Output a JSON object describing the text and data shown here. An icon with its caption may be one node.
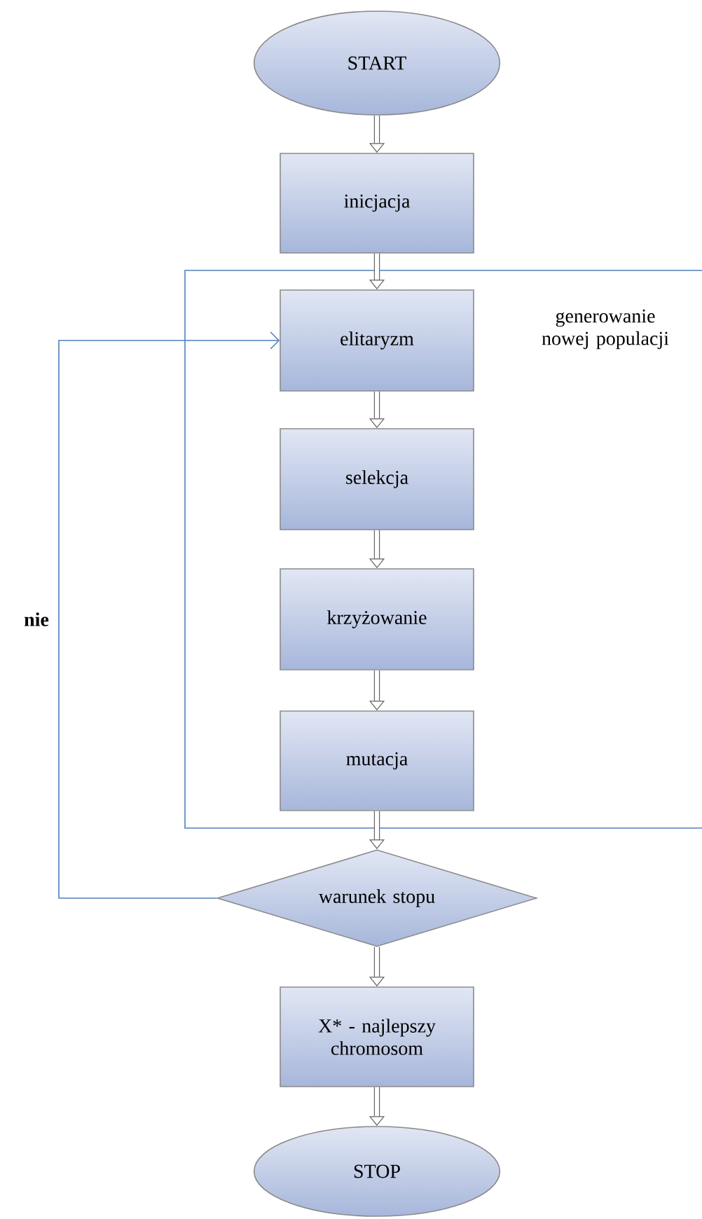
{
  "diagram": {
    "nodes": [
      {
        "text": [
          "START"
        ]
      },
      {
        "text": [
          "inicjacja"
        ]
      },
      {
        "text": [
          "generowanie nowej populacji"
        ]
      },
      {
        "text": [
          "elitaryzm"
        ],
        "in": 2
      },
      {
        "text": [
          "selekcja"
        ],
        "in": 2
      },
      {
        "text": [
          "krzyżowanie"
        ],
        "in": 2
      },
      {
        "text": [
          "mutacja"
        ],
        "in": 2
      },
      {
        "text": [
          "warunek stopu"
        ]
      },
      {
        "text": [
          "X* - najlepszy chromosom"
        ]
      },
      {
        "text": [
          "STOP"
        ]
      }
    ],
    "edges": [
      {
        "from": 0,
        "to": 1,
        "arrow": "to"
      },
      {
        "from": 1,
        "to": 3,
        "arrow": "to"
      },
      {
        "from": 3,
        "to": 4,
        "arrow": "to"
      },
      {
        "from": 4,
        "to": 5,
        "arrow": "to"
      },
      {
        "from": 5,
        "to": 6,
        "arrow": "to"
      },
      {
        "from": 6,
        "to": 7,
        "arrow": "to"
      },
      {
        "from": 7,
        "to": 3,
        "arrow": "to",
        "label": "nie",
        "color": "#4f81bd"
      },
      {
        "from": 7,
        "to": 8,
        "arrow": "to"
      },
      {
        "from": 8,
        "to": 9,
        "arrow": "to"
      }
    ]
  }
}
